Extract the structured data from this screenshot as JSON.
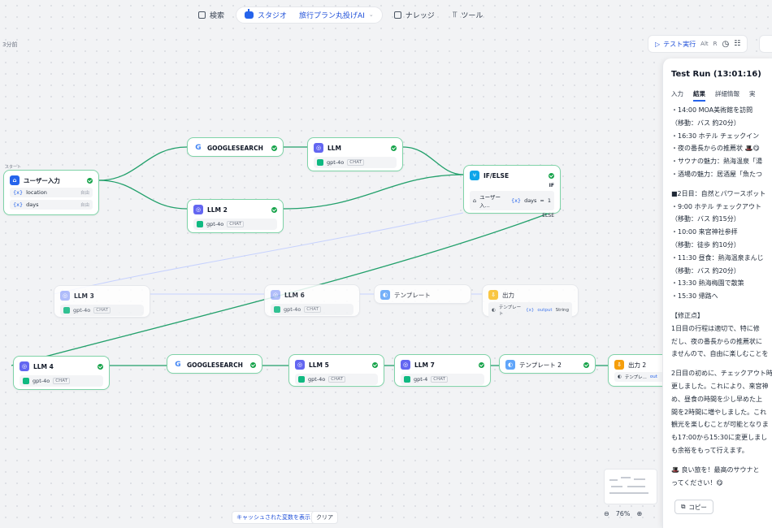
{
  "nav": {
    "search": "検索",
    "studio": "スタジオ",
    "bot_name": "旅行プラン丸投げAI",
    "knowledge": "ナレッジ",
    "tools": "ツール"
  },
  "saved_label": "3分前",
  "testbar": {
    "run_label": "テスト実行",
    "shortcut_alt": "Alt",
    "shortcut_key": "R"
  },
  "nodes": {
    "start": {
      "label": "スタート",
      "title": "ユーザー入力",
      "vars": [
        {
          "name": "location",
          "type": "自由"
        },
        {
          "name": "days",
          "type": "自由"
        }
      ]
    },
    "google1": {
      "title": "GOOGLESEARCH"
    },
    "llm1": {
      "title": "LLM",
      "model": "gpt-4o",
      "tag": "CHAT"
    },
    "llm2": {
      "title": "LLM 2",
      "model": "gpt-4o",
      "tag": "CHAT"
    },
    "ifelse": {
      "title": "IF/ELSE",
      "if": "IF",
      "else": "ELSE",
      "cond_src": "ユーザー入...",
      "cond_var": "days",
      "cond_op": "=",
      "cond_val": "1"
    },
    "llm3": {
      "title": "LLM 3",
      "model": "gpt-4o",
      "tag": "CHAT"
    },
    "llm6": {
      "title": "LLM 6",
      "model": "gpt-4o",
      "tag": "CHAT"
    },
    "tpl1": {
      "title": "テンプレート"
    },
    "out1": {
      "title": "出力",
      "src": "テンプレート",
      "var": "output",
      "type": "String"
    },
    "llm4": {
      "title": "LLM 4",
      "model": "gpt-4o",
      "tag": "CHAT"
    },
    "google2": {
      "title": "GOOGLESEARCH"
    },
    "llm5": {
      "title": "LLM 5",
      "model": "gpt-4o",
      "tag": "CHAT"
    },
    "llm7": {
      "title": "LLM 7",
      "model": "gpt-4",
      "tag": "CHAT"
    },
    "tpl2": {
      "title": "テンプレート 2"
    },
    "out2": {
      "title": "出力 2",
      "src": "テンプレ...",
      "var": "out"
    }
  },
  "panel": {
    "title": "Test Run (13:01:16)",
    "tabs": [
      "入力",
      "結果",
      "詳細情報",
      "実"
    ],
    "lines": [
      "・14:00 MOA美術館を訪問",
      "（移動：バス 約20分）",
      "・16:30 ホテル チェックイン",
      "・夜の番長からの推薦状 🎩😋",
      "・サウナの魅力：熱海温泉「湯",
      "・酒場の魅力：居酒屋「魚たつ",
      "",
      "■2日目：自然とパワースポット",
      "・9:00 ホテル チェックアウト",
      "（移動：バス 約15分）",
      "・10:00 来宮神社参拝",
      "（移動：徒歩 約10分）",
      "・11:30 昼食：熱海温泉まんじ",
      "（移動：バス 約20分）",
      "・13:30 熱海梅園で散策",
      "・15:30 帰路へ",
      "",
      "【修正点】",
      "1日目の行程は適切で、特に修",
      "だし、夜の番長からの推薦状に",
      "ませんので、自由に楽しむことを",
      "",
      "2日目の初めに、チェックアウト時",
      "更しました。これにより、来宮神",
      "め、昼食の時間を少し早めた上",
      "間を2時間に増やしました。これ",
      "観光を楽しむことが可能となりま",
      "も17:00から15:30に変更しまし",
      "も余裕をもって行えます。",
      "",
      "🎩 良い旅を！最高のサウナと",
      "ってください！😋"
    ],
    "copy_label": "コピー"
  },
  "bottom": {
    "cache_label": "キャッシュされた変数を表示",
    "clear_label": "クリア",
    "zoom": "76%"
  }
}
